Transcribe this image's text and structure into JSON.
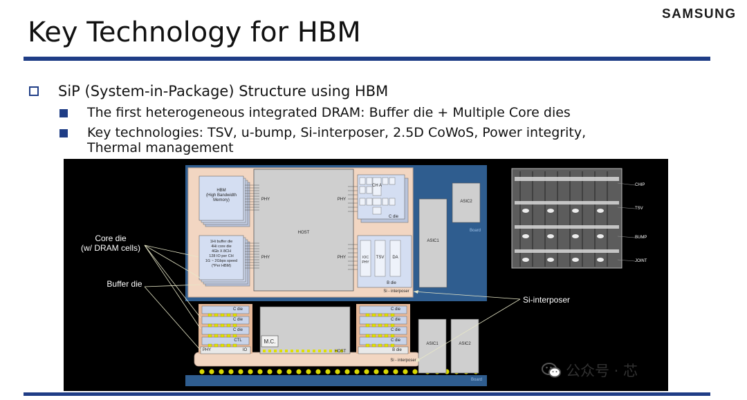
{
  "brand": {
    "logo": "SAMSUNG"
  },
  "slide": {
    "title": "Key Technology for HBM"
  },
  "bullets": {
    "main": "SiP (System-in-Package) Structure using HBM",
    "sub1": "The first heterogeneous integrated DRAM: Buffer die + Multiple Core dies",
    "sub2_line1": "Key technologies: TSV, u-bump, Si-interposer, 2.5D CoWoS, Power integrity,",
    "sub2_line2": "Thermal management"
  },
  "diagram": {
    "callouts": {
      "core_die_line1": "Core die",
      "core_die_line2": "(w/ DRAM cells)",
      "buffer_die": "Buffer die",
      "si_interposer": "Si-interposer"
    },
    "top_view": {
      "hbm_title_line1": "HBM",
      "hbm_title_line2": "(High Bandwidth",
      "hbm_title_line3": "Memory)",
      "spec_lines": [
        "1Hi buffer die",
        "4Hi core die",
        "4Gb X 8CH",
        "128 IO per CH",
        "1G ~ 2Gbps speed",
        "(*Per HBM)"
      ],
      "phy": "PHY",
      "host": "HOST",
      "asic1": "ASIC1",
      "asic2": "ASIC2",
      "board": "Board",
      "cha": "CH A",
      "c_die": "C die",
      "b_die": "B die",
      "si_interposer": "Si - interposer",
      "ioc_phy": "IOC PHY",
      "tsv": "TSV",
      "da": "DA"
    },
    "cross_section": {
      "c_die": "C die",
      "ctl": "CTL",
      "phy": "PHY",
      "io": "IO",
      "mc": "M.C.",
      "host": "HOST",
      "b_die": "B die",
      "si_interposer": "Si - interposer",
      "asic1": "ASIC1",
      "asic2": "ASIC2",
      "board": "Board"
    },
    "sem_labels": [
      "CHIP",
      "TSV",
      "BUMP",
      "JOINT"
    ]
  },
  "watermark": {
    "text": "公众号 · 芯"
  },
  "colors": {
    "accent": "#1f3d86",
    "board": "#2f5d8f",
    "interposer": "#f2d6c2",
    "die_blue": "#c9d4ea",
    "die_gray": "#cfcfcf",
    "bump": "#e0e000"
  }
}
